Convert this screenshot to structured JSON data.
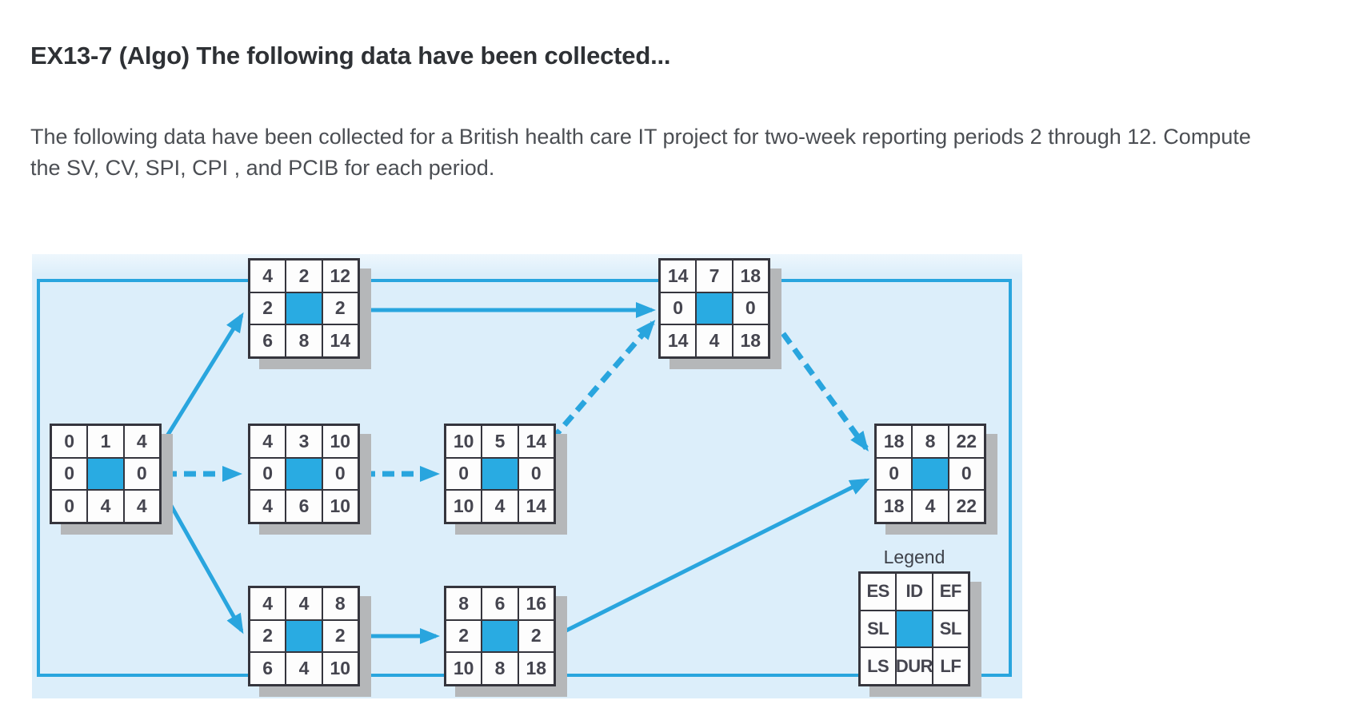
{
  "page": {
    "title": "EX13-7 (Algo) The following data have been collected...",
    "description": "The following data have been collected for a British health care IT project for two-week reporting periods 2 through 12. Compute the SV, CV, SPI, CPI , and PCIB for each period."
  },
  "diagram": {
    "colors": {
      "accent_blue": "#29a5de",
      "node_fill_blue": "#29abe2",
      "background_blue": "#dceefa",
      "shadow_gray": "#b5b7b9"
    },
    "legend_title": "Legend",
    "legend": {
      "cells": [
        "ES",
        "ID",
        "EF",
        "SL",
        "",
        "SL",
        "LS",
        "DUR",
        "LF"
      ]
    },
    "nodes": [
      {
        "id": "start",
        "cells": [
          "0",
          "1",
          "4",
          "0",
          "",
          "0",
          "0",
          "4",
          "4"
        ]
      },
      {
        "id": "top",
        "cells": [
          "4",
          "2",
          "12",
          "2",
          "",
          "2",
          "6",
          "8",
          "14"
        ]
      },
      {
        "id": "mid-1",
        "cells": [
          "4",
          "3",
          "10",
          "0",
          "",
          "0",
          "4",
          "6",
          "10"
        ]
      },
      {
        "id": "mid-2",
        "cells": [
          "10",
          "5",
          "14",
          "0",
          "",
          "0",
          "10",
          "4",
          "14"
        ]
      },
      {
        "id": "top-right",
        "cells": [
          "14",
          "7",
          "18",
          "0",
          "",
          "0",
          "14",
          "4",
          "18"
        ]
      },
      {
        "id": "bottom-1",
        "cells": [
          "4",
          "4",
          "8",
          "2",
          "",
          "2",
          "6",
          "4",
          "10"
        ]
      },
      {
        "id": "bottom-2",
        "cells": [
          "8",
          "6",
          "16",
          "2",
          "",
          "2",
          "10",
          "8",
          "18"
        ]
      },
      {
        "id": "end",
        "cells": [
          "18",
          "8",
          "22",
          "0",
          "",
          "0",
          "18",
          "4",
          "22"
        ]
      }
    ]
  }
}
